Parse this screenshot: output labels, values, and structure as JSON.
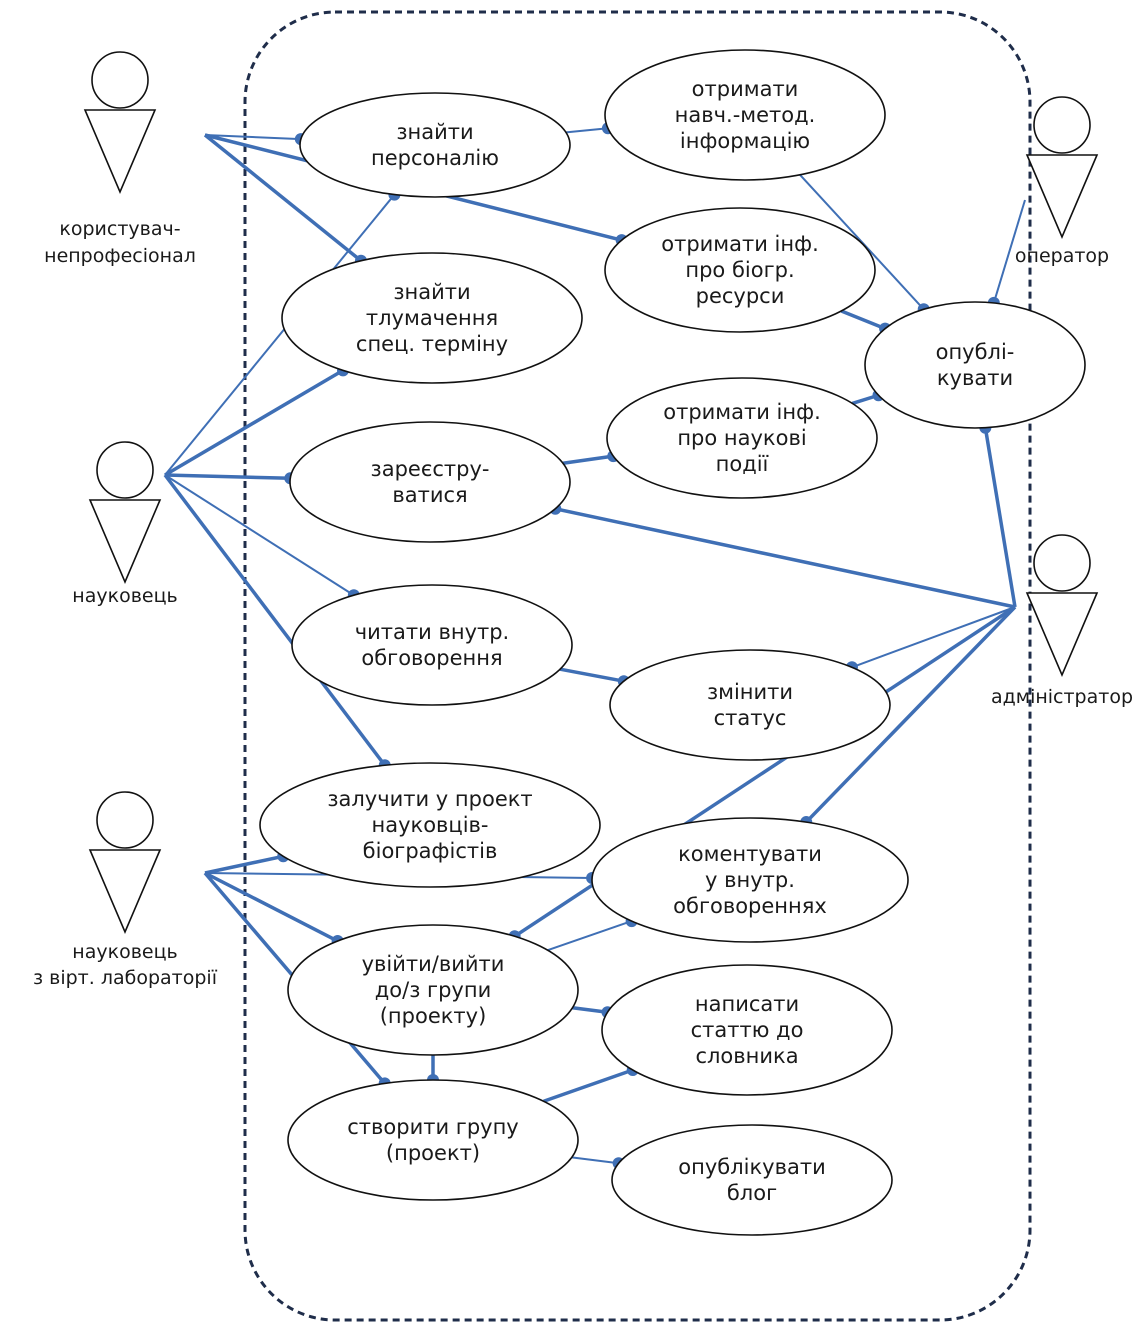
{
  "colors": {
    "line": "#3f6fb5",
    "outline": "#111111",
    "boundary": "#1f2d4a",
    "background": "#ffffff"
  },
  "actors": [
    {
      "id": "nonprof",
      "label": [
        "користувач-",
        "непрофесіонал"
      ]
    },
    {
      "id": "scientist",
      "label": [
        "науковець"
      ]
    },
    {
      "id": "lab",
      "label": [
        "науковець",
        "з вірт. лабораторії"
      ]
    },
    {
      "id": "operator",
      "label": [
        "оператор"
      ]
    },
    {
      "id": "admin",
      "label": [
        "адміністратор"
      ]
    }
  ],
  "use_cases": [
    {
      "id": "find_person",
      "label": [
        "знайти",
        "персоналію"
      ]
    },
    {
      "id": "get_method",
      "label": [
        "отримати",
        "навч.-метод.",
        "інформацію"
      ]
    },
    {
      "id": "get_bio",
      "label": [
        "отримати інф.",
        "про біогр.",
        "ресурси"
      ]
    },
    {
      "id": "find_term",
      "label": [
        "знайти",
        "тлумачення",
        "спец. терміну"
      ]
    },
    {
      "id": "publish",
      "label": [
        "опублі-",
        "кувати"
      ]
    },
    {
      "id": "get_events",
      "label": [
        "отримати інф.",
        "про наукові",
        "події"
      ]
    },
    {
      "id": "register",
      "label": [
        "зареєстру-",
        "ватися"
      ]
    },
    {
      "id": "read_disc",
      "label": [
        "читати внутр.",
        "обговорення"
      ]
    },
    {
      "id": "change_status",
      "label": [
        "змінити",
        "статус"
      ]
    },
    {
      "id": "involve",
      "label": [
        "залучити у проект",
        "науковців-",
        "біографістів"
      ]
    },
    {
      "id": "comment",
      "label": [
        "коментувати",
        "у внутр.",
        "обговореннях"
      ]
    },
    {
      "id": "join_group",
      "label": [
        "увійти/вийти",
        "до/з групи",
        "(проекту)"
      ]
    },
    {
      "id": "write_article",
      "label": [
        "написати",
        "статтю до",
        "словника"
      ]
    },
    {
      "id": "create_group",
      "label": [
        "створити групу",
        "(проект)"
      ]
    },
    {
      "id": "publish_blog",
      "label": [
        "опублікувати",
        "блог"
      ]
    }
  ],
  "associations": [
    [
      "nonprof",
      "find_person"
    ],
    [
      "nonprof",
      "get_bio"
    ],
    [
      "nonprof",
      "find_term"
    ],
    [
      "scientist",
      "find_person"
    ],
    [
      "scientist",
      "find_term"
    ],
    [
      "scientist",
      "register"
    ],
    [
      "scientist",
      "read_disc"
    ],
    [
      "scientist",
      "involve"
    ],
    [
      "lab",
      "involve"
    ],
    [
      "lab",
      "comment"
    ],
    [
      "lab",
      "join_group"
    ],
    [
      "lab",
      "create_group"
    ],
    [
      "find_person",
      "get_method"
    ],
    [
      "register",
      "get_events"
    ],
    [
      "read_disc",
      "change_status"
    ],
    [
      "get_method",
      "publish"
    ],
    [
      "get_bio",
      "publish"
    ],
    [
      "get_events",
      "publish"
    ],
    [
      "operator",
      "publish"
    ],
    [
      "admin",
      "publish"
    ],
    [
      "admin",
      "register"
    ],
    [
      "admin",
      "change_status"
    ],
    [
      "admin",
      "comment"
    ],
    [
      "admin",
      "join_group"
    ],
    [
      "join_group",
      "comment"
    ],
    [
      "join_group",
      "write_article"
    ],
    [
      "create_group",
      "write_article"
    ],
    [
      "create_group",
      "publish_blog"
    ],
    [
      "join_group",
      "create_group"
    ]
  ]
}
